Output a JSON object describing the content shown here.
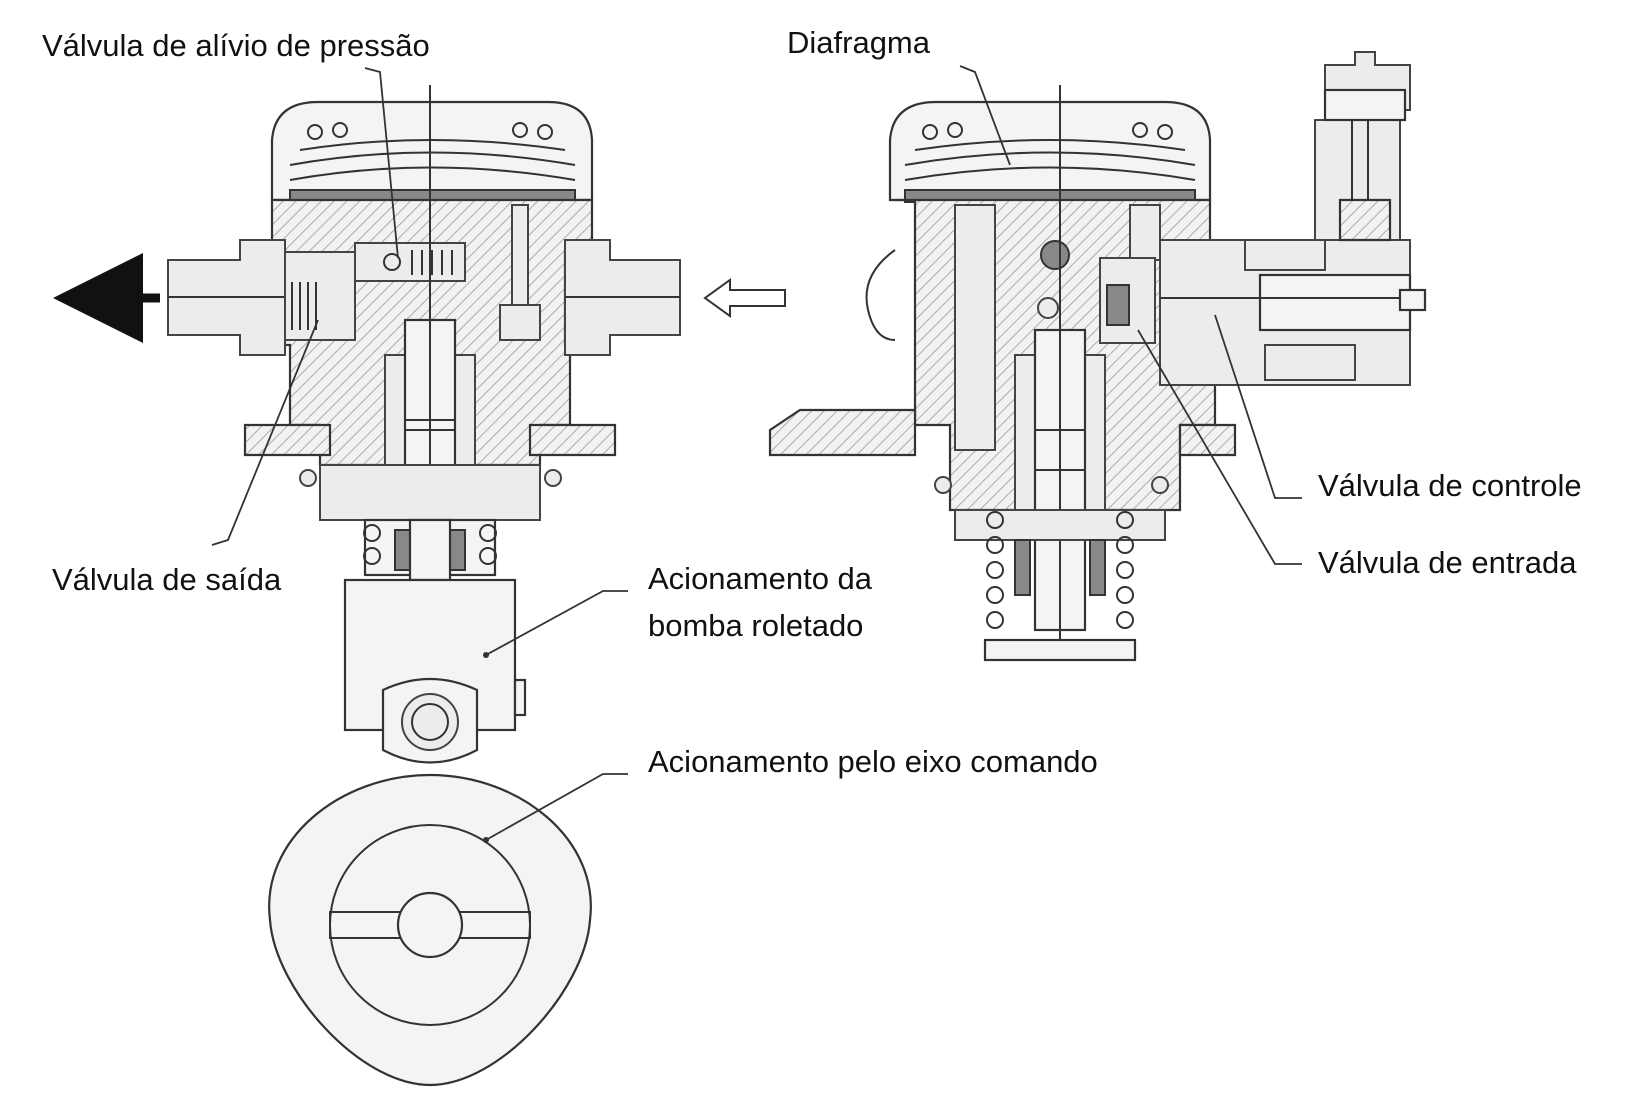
{
  "labels": {
    "pressure_relief_valve": "Válvula de alívio de pressão",
    "diaphragm": "Diafragma",
    "outlet_valve": "Válvula de saída",
    "roller_drive_line1": "Acionamento da",
    "roller_drive_line2": "bomba roletado",
    "camshaft_drive": "Acionamento pelo eixo comando",
    "control_valve": "Válvula de controle",
    "inlet_valve": "Válvula de entrada"
  }
}
